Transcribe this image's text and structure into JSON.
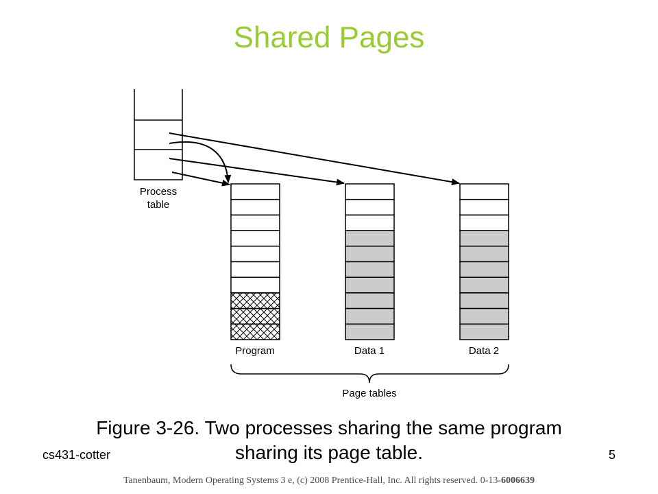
{
  "slide": {
    "title": "Shared Pages",
    "title_color": "#99cc33",
    "caption_line1": "Figure 3-26. Two processes sharing the same program",
    "caption_line2": "sharing its page table.",
    "footer_left": "cs431-cotter",
    "page_number": "5",
    "copyright_prefix": "Tanenbaum, Modern Operating Systems 3 e, (c) 2008 Prentice-Hall, Inc. All rights reserved. 0-13-",
    "copyright_isbn": "6006639"
  },
  "diagram": {
    "process_table_line1": "Process",
    "process_table_line2": "table",
    "tables": [
      {
        "name": "Program",
        "rows": 10,
        "pattern": [
          "white",
          "white",
          "white",
          "white",
          "white",
          "white",
          "white",
          "hatch",
          "hatch",
          "hatch"
        ]
      },
      {
        "name": "Data 1",
        "rows": 10,
        "pattern": [
          "white",
          "white",
          "white",
          "gray",
          "gray",
          "gray",
          "gray",
          "gray",
          "gray",
          "gray"
        ]
      },
      {
        "name": "Data 2",
        "rows": 10,
        "pattern": [
          "white",
          "white",
          "white",
          "gray",
          "gray",
          "gray",
          "gray",
          "gray",
          "gray",
          "gray"
        ]
      }
    ],
    "group_label": "Page tables",
    "shaded_color": "#cccccc"
  }
}
